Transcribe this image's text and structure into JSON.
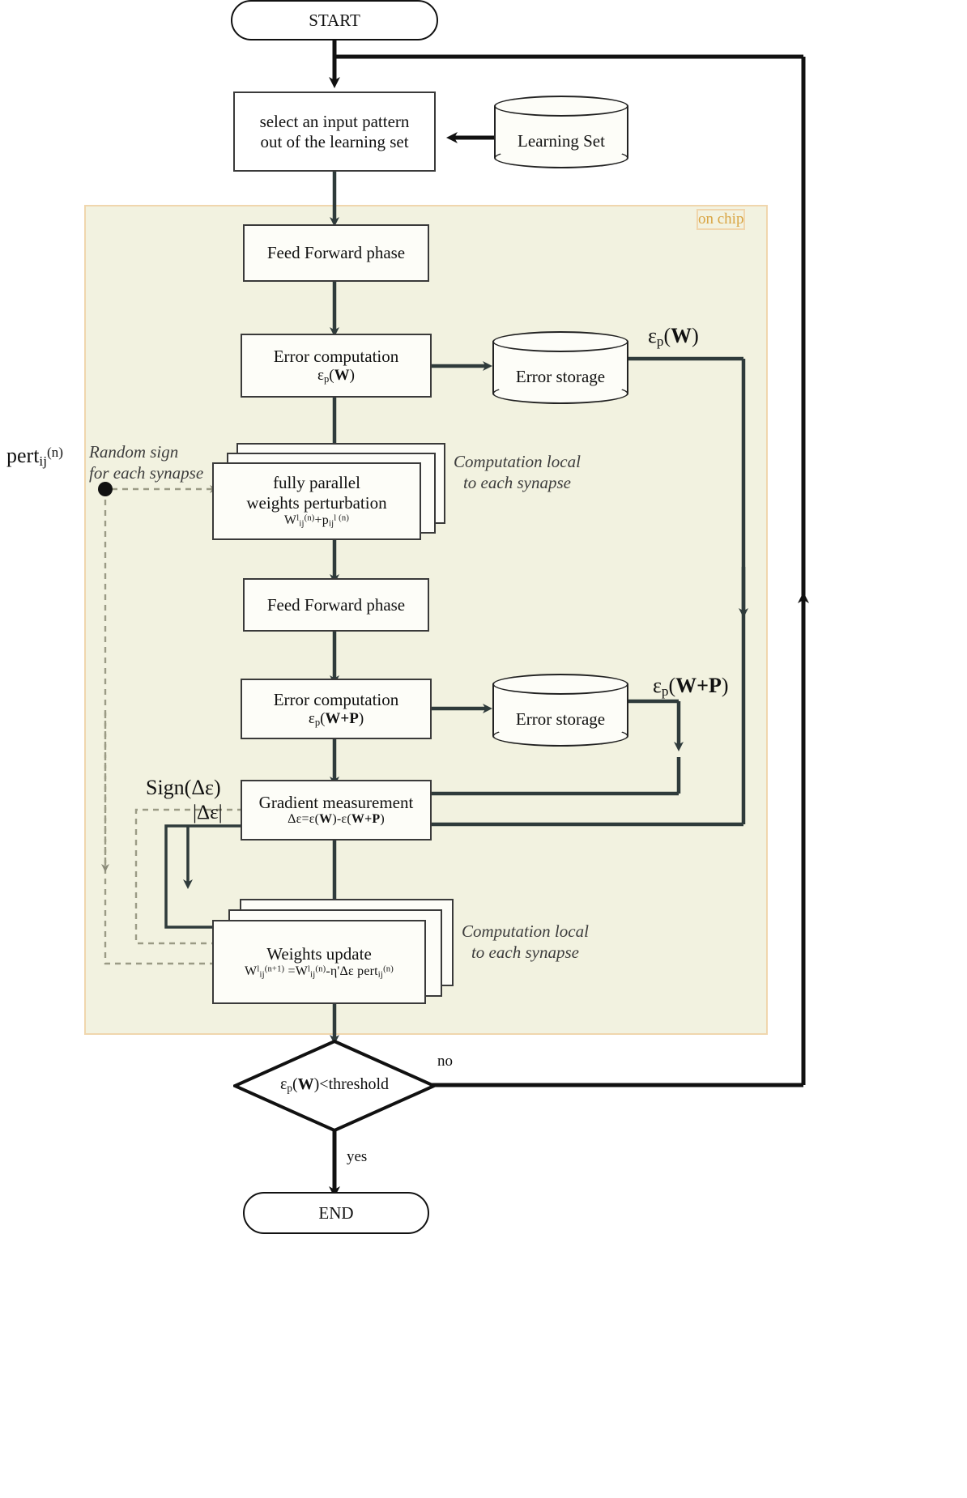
{
  "diagram": {
    "title": "Weight perturbation on-chip learning flowchart",
    "chip_region_label": "on chip",
    "colors": {
      "chip_fill": "#f2f2e0",
      "chip_border": "#f0d6ad",
      "chip_label": "#d9a441",
      "node_fill": "#fdfdf8",
      "stroke": "#3a3a3a",
      "annotation": "#3d3d3d"
    }
  },
  "terminators": {
    "start": "START",
    "end": "END"
  },
  "nodes": {
    "select_pattern": {
      "line1": "select an input pattern",
      "line2": "out of the learning set"
    },
    "feed_forward_1": "Feed Forward phase",
    "error_comp_1": {
      "line1": "Error computation",
      "formula": "εp(W)"
    },
    "perturbation": {
      "line1": "fully parallel",
      "line2": "weights perturbation",
      "formula": "Wl ij(n) + pij l (n)"
    },
    "feed_forward_2": "Feed Forward phase",
    "error_comp_2": {
      "line1": "Error computation",
      "formula": "εp(W+P)"
    },
    "gradient": {
      "line1": "Gradient measurement",
      "formula": "Δε=ε(W)-ε(W+P)"
    },
    "weights_update": {
      "line1": "Weights update",
      "formula": "Wl ij(n+1) = Wl ij(n) - η' Δε pertij(n)"
    }
  },
  "stores": {
    "learning_set": "Learning Set",
    "error_storage_1": "Error storage",
    "error_storage_2": "Error storage"
  },
  "decision": {
    "condition": "εp(W)<threshold",
    "branch_no": "no",
    "branch_yes": "yes"
  },
  "annotations": {
    "random_sign_l1": "Random sign",
    "random_sign_l2": "for each synapse",
    "comp_local_1_l1": "Computation local",
    "comp_local_1_l2": "to each synapse",
    "comp_local_2_l1": "Computation local",
    "comp_local_2_l2": "to each synapse",
    "pert_source": "pertij(n)",
    "sign_delta": "Sign(Δε)",
    "abs_delta": "|Δε|",
    "eps_w": "εp(W)",
    "eps_wp": "εp(W+P)"
  }
}
